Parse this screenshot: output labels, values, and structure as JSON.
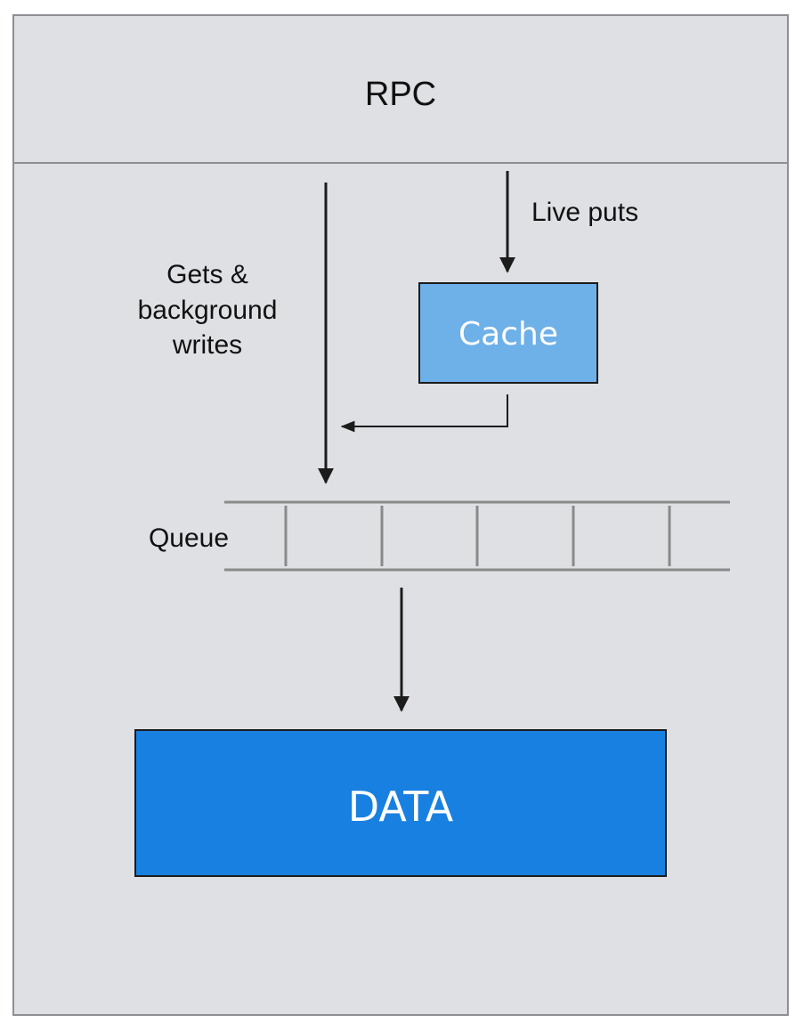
{
  "header": {
    "title": "RPC"
  },
  "labels": {
    "live_puts": "Live puts",
    "gets_background_writes": [
      "Gets &",
      "background",
      "writes"
    ],
    "queue": "Queue"
  },
  "boxes": {
    "cache": "Cache",
    "data": "DATA"
  },
  "colors": {
    "panel_bg": "#dfe0e3",
    "panel_border": "#8e8f93",
    "cache_fill": "#6eb0e8",
    "data_fill": "#1880e0",
    "arrow": "#1c1c1c",
    "queue_lines": "#8a8a8a"
  },
  "queue": {
    "slot_dividers": 5
  }
}
